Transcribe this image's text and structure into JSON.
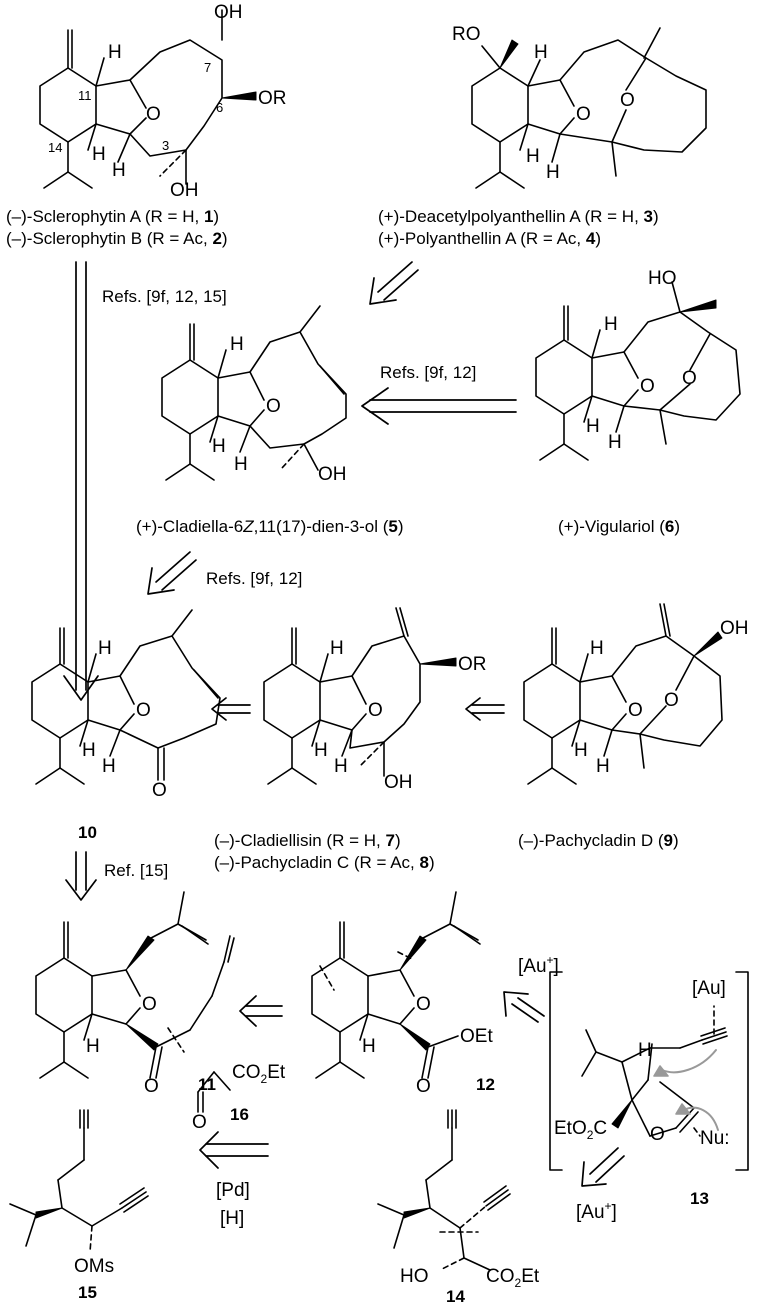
{
  "captions": {
    "c1": {
      "pre": "(–)-Sclerophytin A (R = ",
      "mid": " H, ",
      "bold": "1",
      "post": ")"
    },
    "c2": {
      "pre": "(–)-Sclerophytin B (R = Ac, ",
      "bold": "2",
      "post": ")"
    },
    "c3": {
      "pre": "(+)-Deacetylpolyanthellin A (R = ",
      "mid": " H, ",
      "bold": "3",
      "post": ")"
    },
    "c4": {
      "pre": "(+)-Polyanthellin A (R = Ac, ",
      "bold": "4",
      "post": ")"
    },
    "c5": {
      "pre": "(+)-Cladiella-6",
      "italic": "Z",
      "mid": ",11(17)-dien-3-ol (",
      "bold": "5",
      "post": ")"
    },
    "c6": {
      "pre": "(+)-Vigulariol (",
      "bold": "6",
      "post": ")"
    },
    "c7": {
      "pre": "(–)-Cladiellisin (R = ",
      "mid": " H, ",
      "bold": "7",
      "post": ")"
    },
    "c8": {
      "pre": "(–)-Pachycladin C (R = Ac, ",
      "bold": "8",
      "post": ")"
    },
    "c9": {
      "pre": "(–)-Pachycladin D (",
      "bold": "9",
      "post": ")"
    }
  },
  "compound_numbers": {
    "n10": "10",
    "n11": "11",
    "n12": "12",
    "n13": "13",
    "n14": "14",
    "n15": "15",
    "n16": "16"
  },
  "references": {
    "r1": "Refs. [9f, 12, 15]",
    "r2": "Refs. [9f, 12]",
    "r3": "Refs. [9f, 12]",
    "r4": "Ref. [15]"
  },
  "atoms": {
    "H": "H",
    "OH": "OH",
    "HO": "HO",
    "O": "O",
    "OR": "OR",
    "RO": "RO",
    "OEt": "OEt",
    "OMs": "OMs",
    "CO2Et": {
      "a": "CO",
      "sub": "2",
      "b": "Et"
    },
    "EtO2C": {
      "a": "EtO",
      "sub": "2",
      "b": "C"
    },
    "Au_label": "[Au]",
    "Au_plus": {
      "a": "[Au",
      "sup": "+",
      "b": "]"
    },
    "Pd": "[Pd]",
    "Hyd": "[H]",
    "Nu": "Nu:"
  },
  "atom_numbers": {
    "a7": "7",
    "a6": "6",
    "a11": "11",
    "a3": "3",
    "a14": "14"
  }
}
